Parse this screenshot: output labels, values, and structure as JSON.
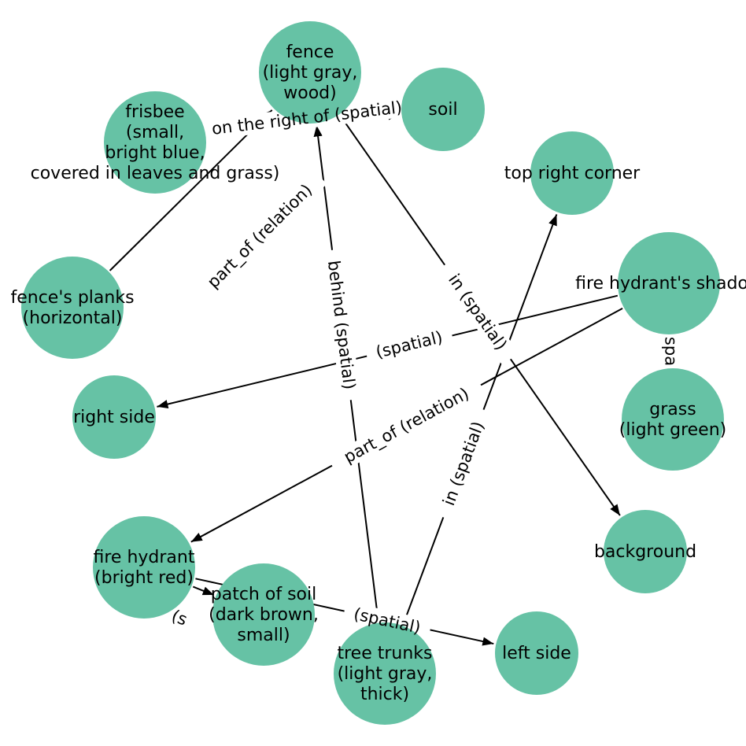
{
  "graph": {
    "node_color": "#66c2a5",
    "nodes": [
      {
        "id": "fence",
        "label": "fence\n(light gray,\nwood)"
      },
      {
        "id": "soil",
        "label": "soil"
      },
      {
        "id": "frisbee",
        "label": "frisbee\n(small,\nbright blue,\ncovered in leaves and grass)"
      },
      {
        "id": "top_right_corner",
        "label": "top right corner"
      },
      {
        "id": "hydrant_shadow",
        "label": "fire hydrant's shadow"
      },
      {
        "id": "fence_planks",
        "label": "fence's planks\n(horizontal)"
      },
      {
        "id": "right_side",
        "label": "right side"
      },
      {
        "id": "grass",
        "label": "grass\n(light green)"
      },
      {
        "id": "fire_hydrant",
        "label": "fire hydrant\n(bright red)"
      },
      {
        "id": "background",
        "label": "background"
      },
      {
        "id": "patch_of_soil",
        "label": "patch of soil\n(dark brown,\nsmall)"
      },
      {
        "id": "left_side",
        "label": "left side"
      },
      {
        "id": "tree_trunks",
        "label": "tree trunks\n(light gray,\nthick)"
      }
    ],
    "edges": [
      {
        "source": "fence_planks",
        "target": "fence",
        "label": "part_of (relation)"
      },
      {
        "source": "frisbee",
        "target": "soil",
        "label": "on the right of (spatial)"
      },
      {
        "source": "fence",
        "target": "background",
        "label": "in (spatial)"
      },
      {
        "source": "tree_trunks",
        "target": "fence",
        "label": "behind (spatial)"
      },
      {
        "source": "tree_trunks",
        "target": "top_right_corner",
        "label": "in (spatial)"
      },
      {
        "source": "hydrant_shadow",
        "target": "right_side",
        "label": "(spatial)"
      },
      {
        "source": "hydrant_shadow",
        "target": "fire_hydrant",
        "label": "part_of (relation)"
      },
      {
        "source": "hydrant_shadow",
        "target": "grass",
        "label": "spa"
      },
      {
        "source": "fire_hydrant",
        "target": "left_side",
        "label": "(spatial)"
      },
      {
        "source": "fire_hydrant",
        "target": "patch_of_soil",
        "label": "(s"
      }
    ]
  }
}
